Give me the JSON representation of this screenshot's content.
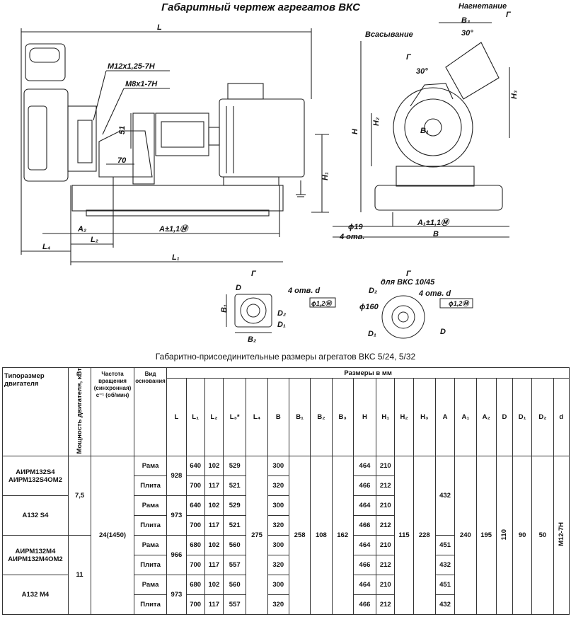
{
  "drawing": {
    "title": "Габаритный чертеж агрегатов ВКС",
    "labels": {
      "L": "L",
      "L1": "L₁",
      "L2": "L₂",
      "L4": "L₄",
      "A1": "A±1,1Ⓜ",
      "A2": "A₂",
      "H": "H",
      "H1": "H₁",
      "H2": "H₂",
      "H3": "H₃",
      "B": "B",
      "B1": "B₁",
      "B3": "B₃",
      "A1b": "A₁±1,1Ⓜ",
      "thread1": "M12x1,25-7H",
      "thread2": "M8x1-7H",
      "dim51": "51",
      "dim70": "70",
      "hole19": "ϕ19",
      "holes4": "4 отв.",
      "suction": "Всасывание",
      "discharge": "Нагнетание",
      "G": "Г",
      "angle30": "30°",
      "viewG": "Г",
      "viewG2": "Г",
      "forVKS": "для ВКС 10/45",
      "holesD": "4 отв. d",
      "tol": "ϕ1,2Ⓜ",
      "D": "D",
      "D1": "D₁",
      "D2": "D₂",
      "B2": "B₂",
      "d160": "ϕ160"
    }
  },
  "table": {
    "caption": "Габаритно-присоединительные размеры агрегатов ВКС 5/24, 5/32",
    "headers": {
      "motor": "Типоразмер двигателя",
      "power": "Мощность двигателя, кВт",
      "speed": "Частота вращения (синхронная) с⁻¹ (об/мин)",
      "base": "Вид основания",
      "sizes": "Размеры в мм",
      "cols": [
        "L",
        "L₁",
        "L₂",
        "L₃*",
        "L₄",
        "B",
        "B₁",
        "B₂",
        "B₃",
        "H",
        "H₁",
        "H₂",
        "H₃",
        "A",
        "A₁",
        "A₂",
        "D",
        "D₁",
        "D₂",
        "d"
      ]
    },
    "motors": [
      "АИРМ132S4\nАИРМ132S4ОМ2",
      "А132 S4",
      "АИРМ132М4\nАИРМ132М4ОМ2",
      "А132 М4"
    ],
    "power": [
      "7,5",
      "11"
    ],
    "speed": "24(1450)",
    "rows": [
      {
        "base": "Рама",
        "L1": "640",
        "L2": "102",
        "L3": "529",
        "B": "300",
        "H": "464",
        "H1": "210"
      },
      {
        "base": "Плита",
        "L1": "700",
        "L2": "117",
        "L3": "521",
        "B": "320",
        "H": "466",
        "H1": "212"
      },
      {
        "base": "Рама",
        "L1": "640",
        "L2": "102",
        "L3": "529",
        "B": "300",
        "H": "464",
        "H1": "210"
      },
      {
        "base": "Плита",
        "L1": "700",
        "L2": "117",
        "L3": "521",
        "B": "320",
        "H": "466",
        "H1": "212"
      },
      {
        "base": "Рама",
        "L1": "680",
        "L2": "102",
        "L3": "560",
        "B": "300",
        "H": "464",
        "H1": "210",
        "A": "451"
      },
      {
        "base": "Плита",
        "L1": "700",
        "L2": "117",
        "L3": "557",
        "B": "320",
        "H": "466",
        "H1": "212",
        "A": "432"
      },
      {
        "base": "Рама",
        "L1": "680",
        "L2": "102",
        "L3": "560",
        "B": "300",
        "H": "464",
        "H1": "210",
        "A": "451"
      },
      {
        "base": "Плита",
        "L1": "700",
        "L2": "117",
        "L3": "557",
        "B": "320",
        "H": "466",
        "H1": "212",
        "A": "432"
      }
    ],
    "L_values": [
      "928",
      "973",
      "966",
      "973"
    ],
    "A_top": "432",
    "shared": {
      "L4": "275",
      "B1": "258",
      "B2": "108",
      "B3": "162",
      "H2": "115",
      "H3": "228",
      "A1": "240",
      "A2": "195",
      "D": "110",
      "D1": "90",
      "D2": "50",
      "d": "M12-7H"
    }
  }
}
